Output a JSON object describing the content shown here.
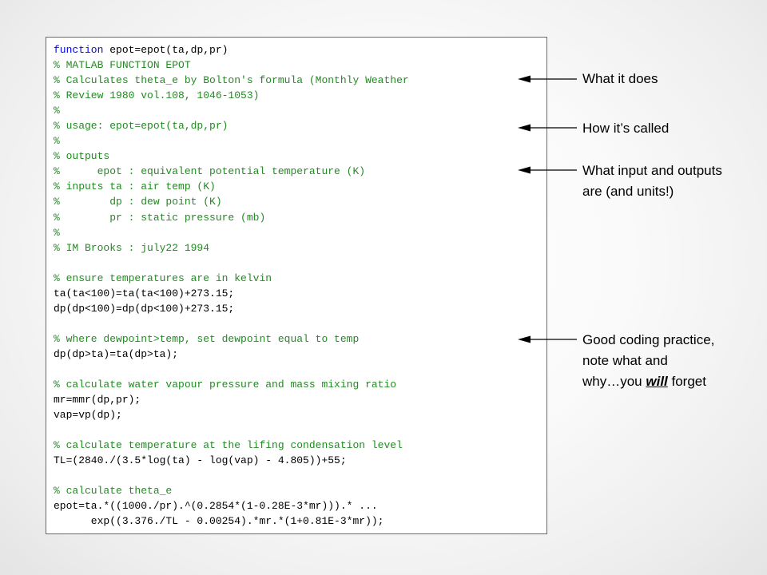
{
  "code": {
    "first_line": {
      "keyword": "function",
      "rest": " epot=epot(ta,dp,pr)"
    },
    "lines": [
      {
        "text": "% MATLAB FUNCTION EPOT",
        "type": "comment"
      },
      {
        "text": "% Calculates theta_e by Bolton's formula (Monthly Weather",
        "type": "comment"
      },
      {
        "text": "% Review 1980 vol.108, 1046-1053)",
        "type": "comment"
      },
      {
        "text": "%",
        "type": "comment"
      },
      {
        "text": "% usage: epot=epot(ta,dp,pr)",
        "type": "comment"
      },
      {
        "text": "%",
        "type": "comment"
      },
      {
        "text": "% outputs",
        "type": "comment"
      },
      {
        "text": "%      epot : equivalent potential temperature (K)",
        "type": "comment"
      },
      {
        "text": "% inputs ta : air temp (K)",
        "type": "comment"
      },
      {
        "text": "%        dp : dew point (K)",
        "type": "comment"
      },
      {
        "text": "%        pr : static pressure (mb)",
        "type": "comment"
      },
      {
        "text": "%",
        "type": "comment"
      },
      {
        "text": "% IM Brooks : july22 1994",
        "type": "comment"
      },
      {
        "text": "",
        "type": "blank"
      },
      {
        "text": "% ensure temperatures are in kelvin",
        "type": "comment"
      },
      {
        "text": "ta(ta<100)=ta(ta<100)+273.15;",
        "type": "code"
      },
      {
        "text": "dp(dp<100)=dp(dp<100)+273.15;",
        "type": "code"
      },
      {
        "text": "",
        "type": "blank"
      },
      {
        "text": "% where dewpoint>temp, set dewpoint equal to temp",
        "type": "comment"
      },
      {
        "text": "dp(dp>ta)=ta(dp>ta);",
        "type": "code"
      },
      {
        "text": "",
        "type": "blank"
      },
      {
        "text": "% calculate water vapour pressure and mass mixing ratio",
        "type": "comment"
      },
      {
        "text": "mr=mmr(dp,pr);",
        "type": "code"
      },
      {
        "text": "vap=vp(dp);",
        "type": "code"
      },
      {
        "text": "",
        "type": "blank"
      },
      {
        "text": "% calculate temperature at the lifing condensation level",
        "type": "comment"
      },
      {
        "text": "TL=(2840./(3.5*log(ta) - log(vap) - 4.805))+55;",
        "type": "code"
      },
      {
        "text": "",
        "type": "blank"
      },
      {
        "text": "% calculate theta_e",
        "type": "comment"
      },
      {
        "text": "epot=ta.*((1000./pr).^(0.2854*(1-0.28E-3*mr))).* ...",
        "type": "code"
      },
      {
        "text": "      exp((3.376./TL - 0.00254).*mr.*(1+0.81E-3*mr));",
        "type": "code"
      }
    ]
  },
  "annotations": {
    "what_it_does": "What it does",
    "how_called": "How it’s called",
    "inputs_outputs_line1": "What input and outputs",
    "inputs_outputs_line2": "are (and units!)",
    "practice_line1": "Good coding practice,",
    "practice_line2": "note what and",
    "practice_line3_prefix": "why…you ",
    "practice_line3_emphasis": "will",
    "practice_line3_suffix": " forget"
  },
  "colors": {
    "comment": "#228b22",
    "keyword": "#0000ff",
    "code": "#000000",
    "arrow": "#000000"
  }
}
